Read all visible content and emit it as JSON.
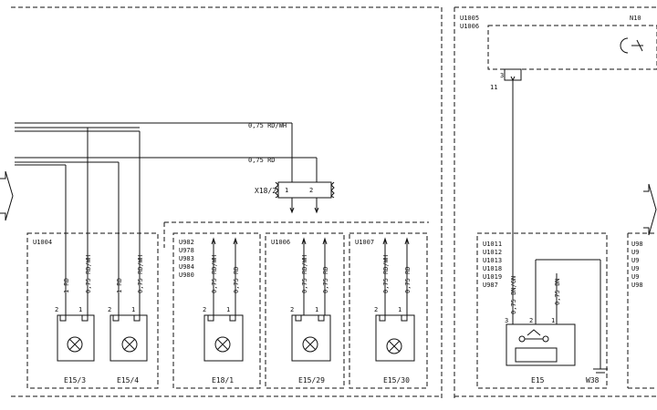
{
  "wires": {
    "rd_wh": "0,75 RD/WH",
    "rd": "0,75 RD"
  },
  "connector_x18_2": {
    "label": "X18/2",
    "pin1": "1",
    "pin2": "2"
  },
  "box_u1004": {
    "id": "U1004",
    "wire_left": "1 RD",
    "wire_right": "0,75 RD/WH",
    "wire_left_b": "1 RD",
    "wire_right_b": "0,75 RD/WH",
    "pin_a": "2",
    "pin_b": "1",
    "pin_c": "2",
    "pin_d": "1",
    "lamp1": "E15/3",
    "lamp2": "E15/4"
  },
  "box_e18": {
    "codes": [
      "U982",
      "U978",
      "U983",
      "U984",
      "U980"
    ],
    "wire_left": "0,75 RD/WH",
    "wire_right": "0,75 RD",
    "pin_a": "2",
    "pin_b": "1",
    "lamp": "E18/1"
  },
  "box_u1006": {
    "id": "U1006",
    "wire_left": "0,75 RD/WH",
    "wire_right": "0,75 RD",
    "pin_a": "2",
    "pin_b": "1",
    "lamp": "E15/29"
  },
  "box_u1007": {
    "id": "U1007",
    "wire_left": "0,75 RD/WH",
    "wire_right": "0,75 RD",
    "pin_a": "2",
    "pin_b": "1",
    "lamp": "E15/30"
  },
  "right_panel": {
    "codes_top": [
      "U1005",
      "U1006"
    ],
    "n10": "N10",
    "pin_3": "3",
    "pin_11": "11"
  },
  "box_e15": {
    "codes": [
      "U1011",
      "U1012",
      "U1013",
      "U1018",
      "U1019",
      "U987"
    ],
    "wire_left": "0,75 BN/GN",
    "wire_right": "0,75 BN",
    "pin_3": "3",
    "pin_2": "2",
    "pin_1": "1",
    "lamp": "E15",
    "ground": "W38"
  },
  "far_right_codes": [
    "U98",
    "U9",
    "U9",
    "U9",
    "U9",
    "U98"
  ]
}
